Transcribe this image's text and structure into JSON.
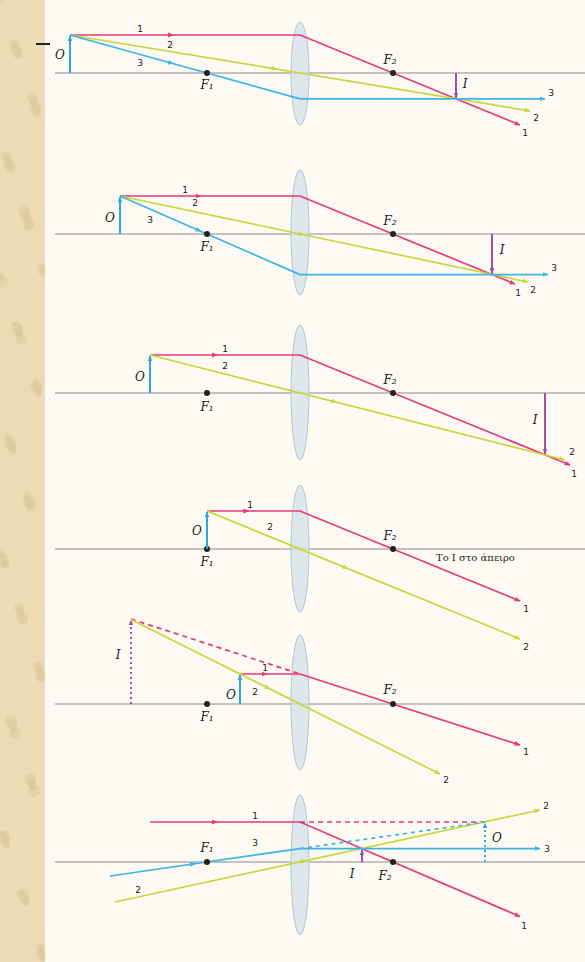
{
  "diagram": {
    "labels": [
      "O",
      "F₁",
      "F₂",
      "I",
      "1",
      "2",
      "3",
      "1",
      "2",
      "3",
      "O",
      "F₁",
      "F₂",
      "I",
      "1",
      "2",
      "3",
      "3",
      "2",
      "1",
      "O",
      "F₁",
      "F₂",
      "I",
      "1",
      "2",
      "2",
      "1",
      "O",
      "F₁",
      "F₂",
      "1",
      "2",
      "Το I στο άπειρο",
      "1",
      "2",
      "I",
      "O",
      "F₁",
      "F₂",
      "1",
      "2",
      "1",
      "2",
      "1",
      "F₁",
      "3",
      "2",
      "I",
      "F₂",
      "O",
      "2",
      "3",
      "1"
    ]
  }
}
